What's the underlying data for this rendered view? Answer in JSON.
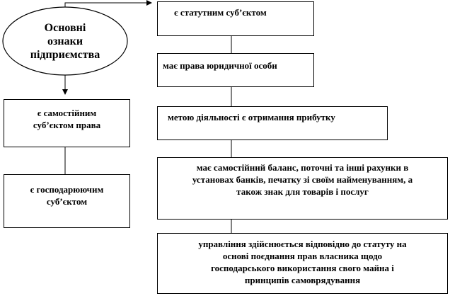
{
  "main_node": {
    "lines": [
      "Основні",
      "ознаки",
      "підприємства"
    ]
  },
  "left_column": [
    {
      "lines": [
        "є самостійним",
        "суб’єктом права"
      ]
    },
    {
      "lines": [
        "є господарюючим",
        "суб’єктом"
      ]
    }
  ],
  "right_column": [
    {
      "lines": [
        "є статутним суб’єктом"
      ]
    },
    {
      "lines": [
        "має права юридичної особи"
      ]
    },
    {
      "lines": [
        "метою діяльності є отримання прибутку"
      ]
    },
    {
      "lines": [
        "має самостійний баланс, поточні та інші рахунки в",
        "установах банків, печатку зі своїм найменуванням, а",
        "також знак для товарів і послуг"
      ]
    },
    {
      "lines": [
        "управління здійснюється відповідно до статуту на",
        "основі поєднання прав власника щодо",
        "господарського використання свого майна і",
        "принципів самоврядування"
      ]
    }
  ]
}
